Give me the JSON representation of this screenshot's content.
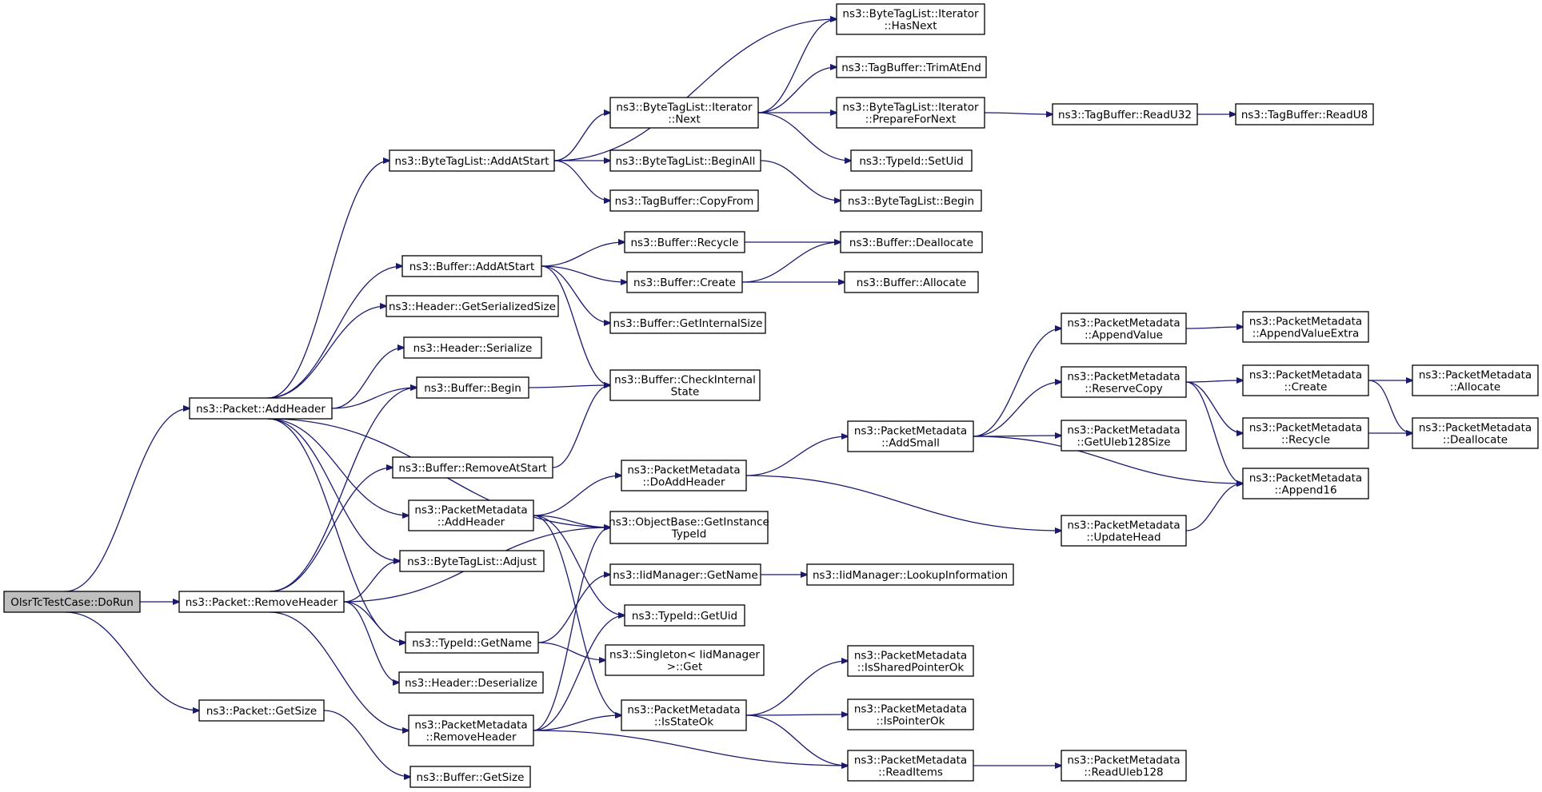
{
  "diagram": {
    "type": "call-graph",
    "edge_color": "#191970",
    "root_fill": "#bfbfbf",
    "nodes": {
      "doRun": [
        "OlsrTcTestCase::DoRun"
      ],
      "pktAddHeader": [
        "ns3::Packet::AddHeader"
      ],
      "pktRemoveHeader": [
        "ns3::Packet::RemoveHeader"
      ],
      "pktGetSize": [
        "ns3::Packet::GetSize"
      ],
      "btlAddAtStart": [
        "ns3::ByteTagList::AddAtStart"
      ],
      "bufAddAtStart": [
        "ns3::Buffer::AddAtStart"
      ],
      "hdrGetSerializedSize": [
        "ns3::Header::GetSerializedSize"
      ],
      "hdrSerialize": [
        "ns3::Header::Serialize"
      ],
      "bufBegin": [
        "ns3::Buffer::Begin"
      ],
      "bufRemoveAtStart": [
        "ns3::Buffer::RemoveAtStart"
      ],
      "pmAddHeader": [
        "ns3::PacketMetadata",
        "::AddHeader"
      ],
      "btlAdjust": [
        "ns3::ByteTagList::Adjust"
      ],
      "tidGetName": [
        "ns3::TypeId::GetName"
      ],
      "hdrDeserialize": [
        "ns3::Header::Deserialize"
      ],
      "pmRemoveHeader": [
        "ns3::PacketMetadata",
        "::RemoveHeader"
      ],
      "bufGetSize": [
        "ns3::Buffer::GetSize"
      ],
      "btliNext": [
        "ns3::ByteTagList::Iterator",
        "::Next"
      ],
      "btlBeginAll": [
        "ns3::ByteTagList::BeginAll"
      ],
      "tbCopyFrom": [
        "ns3::TagBuffer::CopyFrom"
      ],
      "bufRecycle": [
        "ns3::Buffer::Recycle"
      ],
      "bufCreate": [
        "ns3::Buffer::Create"
      ],
      "bufGetInternalSize": [
        "ns3::Buffer::GetInternalSize"
      ],
      "bufCheckInternalState": [
        "ns3::Buffer::CheckInternal",
        "State"
      ],
      "pmDoAddHeader": [
        "ns3::PacketMetadata",
        "::DoAddHeader"
      ],
      "obGetInstanceTypeId": [
        "ns3::ObjectBase::GetInstance",
        "TypeId"
      ],
      "iidGetName": [
        "ns3::IidManager::GetName"
      ],
      "tidGetUid": [
        "ns3::TypeId::GetUid"
      ],
      "singletonGet": [
        "ns3::Singleton< IidManager",
        ">::Get"
      ],
      "pmIsStateOk": [
        "ns3::PacketMetadata",
        "::IsStateOk"
      ],
      "btliHasNext": [
        "ns3::ByteTagList::Iterator",
        "::HasNext"
      ],
      "tbTrimAtEnd": [
        "ns3::TagBuffer::TrimAtEnd"
      ],
      "btliPrepareForNext": [
        "ns3::ByteTagList::Iterator",
        "::PrepareForNext"
      ],
      "tidSetUid": [
        "ns3::TypeId::SetUid"
      ],
      "btlBegin": [
        "ns3::ByteTagList::Begin"
      ],
      "bufDeallocate": [
        "ns3::Buffer::Deallocate"
      ],
      "bufAllocate": [
        "ns3::Buffer::Allocate"
      ],
      "pmAddSmall": [
        "ns3::PacketMetadata",
        "::AddSmall"
      ],
      "pmUpdateHead": [
        "ns3::PacketMetadata",
        "::UpdateHead"
      ],
      "iidLookupInformation": [
        "ns3::IidManager::LookupInformation"
      ],
      "pmIsSharedPointerOk": [
        "ns3::PacketMetadata",
        "::IsSharedPointerOk"
      ],
      "pmIsPointerOk": [
        "ns3::PacketMetadata",
        "::IsPointerOk"
      ],
      "pmReadItems": [
        "ns3::PacketMetadata",
        "::ReadItems"
      ],
      "tbReadU32": [
        "ns3::TagBuffer::ReadU32"
      ],
      "pmAppendValue": [
        "ns3::PacketMetadata",
        "::AppendValue"
      ],
      "pmReserveCopy": [
        "ns3::PacketMetadata",
        "::ReserveCopy"
      ],
      "pmGetUleb128Size": [
        "ns3::PacketMetadata",
        "::GetUleb128Size"
      ],
      "pmReadUleb128": [
        "ns3::PacketMetadata",
        "::ReadUleb128"
      ],
      "tbReadU8": [
        "ns3::TagBuffer::ReadU8"
      ],
      "pmAppendValueExtra": [
        "ns3::PacketMetadata",
        "::AppendValueExtra"
      ],
      "pmCreate": [
        "ns3::PacketMetadata",
        "::Create"
      ],
      "pmRecycle": [
        "ns3::PacketMetadata",
        "::Recycle"
      ],
      "pmAppend16": [
        "ns3::PacketMetadata",
        "::Append16"
      ],
      "pmAllocate": [
        "ns3::PacketMetadata",
        "::Allocate"
      ],
      "pmDeallocate": [
        "ns3::PacketMetadata",
        "::Deallocate"
      ]
    },
    "edges": [
      [
        "doRun",
        "pktAddHeader"
      ],
      [
        "doRun",
        "pktRemoveHeader"
      ],
      [
        "doRun",
        "pktGetSize"
      ],
      [
        "pktAddHeader",
        "btlAddAtStart"
      ],
      [
        "pktAddHeader",
        "bufAddAtStart"
      ],
      [
        "pktAddHeader",
        "hdrGetSerializedSize"
      ],
      [
        "pktAddHeader",
        "hdrSerialize"
      ],
      [
        "pktAddHeader",
        "bufBegin"
      ],
      [
        "pktAddHeader",
        "pmAddHeader"
      ],
      [
        "pktAddHeader",
        "obGetInstanceTypeId"
      ],
      [
        "pktAddHeader",
        "btlAdjust"
      ],
      [
        "pktAddHeader",
        "tidGetName"
      ],
      [
        "pktRemoveHeader",
        "bufBegin"
      ],
      [
        "pktRemoveHeader",
        "bufRemoveAtStart"
      ],
      [
        "pktRemoveHeader",
        "btlAdjust"
      ],
      [
        "pktRemoveHeader",
        "obGetInstanceTypeId"
      ],
      [
        "pktRemoveHeader",
        "tidGetName"
      ],
      [
        "pktRemoveHeader",
        "hdrDeserialize"
      ],
      [
        "pktRemoveHeader",
        "pmRemoveHeader"
      ],
      [
        "pktGetSize",
        "bufGetSize"
      ],
      [
        "btlAddAtStart",
        "btliHasNext"
      ],
      [
        "btlAddAtStart",
        "btliNext"
      ],
      [
        "btlAddAtStart",
        "btlBeginAll"
      ],
      [
        "btlAddAtStart",
        "tbCopyFrom"
      ],
      [
        "btliNext",
        "btliHasNext"
      ],
      [
        "btliNext",
        "tbTrimAtEnd"
      ],
      [
        "btliNext",
        "btliPrepareForNext"
      ],
      [
        "btliNext",
        "tidSetUid"
      ],
      [
        "btliPrepareForNext",
        "tbReadU32"
      ],
      [
        "tbReadU32",
        "tbReadU8"
      ],
      [
        "btlBeginAll",
        "btlBegin"
      ],
      [
        "bufAddAtStart",
        "bufRecycle"
      ],
      [
        "bufAddAtStart",
        "bufCreate"
      ],
      [
        "bufAddAtStart",
        "bufGetInternalSize"
      ],
      [
        "bufAddAtStart",
        "bufCheckInternalState"
      ],
      [
        "bufRecycle",
        "bufDeallocate"
      ],
      [
        "bufCreate",
        "bufDeallocate"
      ],
      [
        "bufCreate",
        "bufAllocate"
      ],
      [
        "bufBegin",
        "bufCheckInternalState"
      ],
      [
        "bufRemoveAtStart",
        "bufCheckInternalState"
      ],
      [
        "pmAddHeader",
        "pmDoAddHeader"
      ],
      [
        "pmAddHeader",
        "obGetInstanceTypeId"
      ],
      [
        "pmAddHeader",
        "tidGetUid"
      ],
      [
        "pmAddHeader",
        "pmIsStateOk"
      ],
      [
        "pmDoAddHeader",
        "pmAddSmall"
      ],
      [
        "pmDoAddHeader",
        "pmUpdateHead"
      ],
      [
        "pmAddSmall",
        "pmAppendValue"
      ],
      [
        "pmAddSmall",
        "pmReserveCopy"
      ],
      [
        "pmAddSmall",
        "pmGetUleb128Size"
      ],
      [
        "pmAddSmall",
        "pmAppend16"
      ],
      [
        "pmAppendValue",
        "pmAppendValueExtra"
      ],
      [
        "pmReserveCopy",
        "pmCreate"
      ],
      [
        "pmReserveCopy",
        "pmRecycle"
      ],
      [
        "pmReserveCopy",
        "pmAppend16"
      ],
      [
        "pmCreate",
        "pmAllocate"
      ],
      [
        "pmCreate",
        "pmDeallocate"
      ],
      [
        "pmRecycle",
        "pmDeallocate"
      ],
      [
        "pmUpdateHead",
        "pmAppend16"
      ],
      [
        "tidGetName",
        "iidGetName"
      ],
      [
        "tidGetName",
        "singletonGet"
      ],
      [
        "iidGetName",
        "iidLookupInformation"
      ],
      [
        "pmRemoveHeader",
        "obGetInstanceTypeId"
      ],
      [
        "pmRemoveHeader",
        "tidGetUid"
      ],
      [
        "pmRemoveHeader",
        "pmIsStateOk"
      ],
      [
        "pmRemoveHeader",
        "pmReadItems"
      ],
      [
        "pmIsStateOk",
        "pmIsSharedPointerOk"
      ],
      [
        "pmIsStateOk",
        "pmIsPointerOk"
      ],
      [
        "pmIsStateOk",
        "pmReadItems"
      ],
      [
        "pmReadItems",
        "pmReadUleb128"
      ]
    ]
  }
}
